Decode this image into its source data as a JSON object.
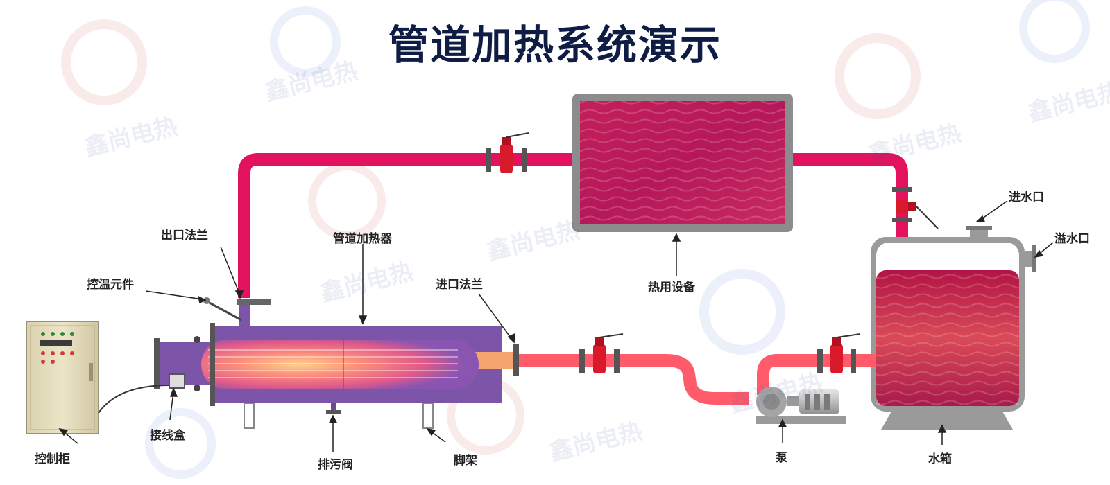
{
  "title": "管道加热系统演示",
  "watermark": "鑫尚电热",
  "labels": {
    "outlet_flange": "出口法兰",
    "temp_element": "控温元件",
    "pipe_heater": "管道加热器",
    "inlet_flange": "进口法兰",
    "heat_equipment": "热用设备",
    "water_inlet": "进水口",
    "overflow": "溢水口",
    "control_cabinet": "控制柜",
    "junction_box": "接线盒",
    "drain_valve": "排污阀",
    "support_stand": "脚架",
    "pump": "泵",
    "water_tank": "水箱"
  },
  "colors": {
    "hot_pipe": "#e3125e",
    "warm_pipe": "#ff5b6b",
    "heater_body": "#7d55a8",
    "heated_fluid": "#c01a4e",
    "valve_red": "#d81a2a",
    "frame_gray": "#8a8a8a",
    "title_navy": "#0f1d45"
  }
}
